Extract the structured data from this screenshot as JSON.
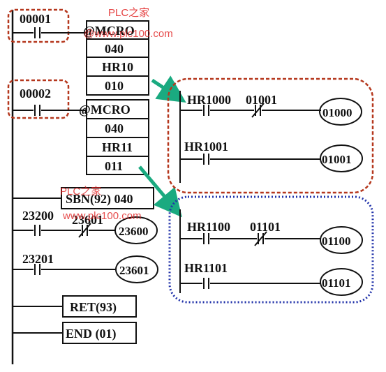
{
  "colors": {
    "ink": "#111111",
    "red_dash": "#b5371d",
    "blue_dots": "#2233aa",
    "arrow": "#1aaa80",
    "watermark": "#e02020"
  },
  "watermarks": {
    "brand_top": "PLC之家",
    "url_top": "@www.plc100.com",
    "brand_mid": "PLC之家",
    "url_mid": "www.plc100.com"
  },
  "main": {
    "rung1": {
      "contact": "00001",
      "instr": "@MCRO",
      "op1": "040",
      "op2": "HR10",
      "op3": "010"
    },
    "rung2": {
      "contact": "00002",
      "instr": "@MCRO",
      "op1": "040",
      "op2": "HR11",
      "op3": "011"
    },
    "sbn": "SBN(92) 040",
    "rung_sub1": {
      "contact_no": "23200",
      "contact_nc": "23601",
      "coil": "23600"
    },
    "rung_sub2": {
      "contact": "23201",
      "coil": "23601"
    },
    "ret": "RET(93)",
    "end": "END (01)"
  },
  "block_red": {
    "row1": {
      "contact_no": "HR1000",
      "contact_nc": "01001",
      "coil": "01000"
    },
    "row2": {
      "contact": "HR1001",
      "coil": "01001"
    }
  },
  "block_blue": {
    "row1": {
      "contact_no": "HR1100",
      "contact_nc": "01101",
      "coil": "01100"
    },
    "row2": {
      "contact": "HR1101",
      "coil": "01101"
    }
  }
}
